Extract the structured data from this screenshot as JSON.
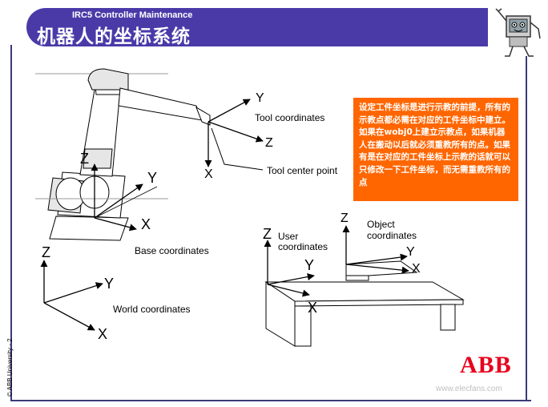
{
  "header": {
    "course_title": "IRC5 Controller Maintenance",
    "slide_title": "机器人的坐标系统"
  },
  "note": {
    "text": "设定工件坐标是进行示教的前提，所有的示教点都必需在对应的工件坐标中建立。如果在wobj0上建立示教点，如果机器人在搬动以后就必须重教所有的点。如果有是在对应的工件坐标上示教的话就可以只修改一下工件坐标，而无需重教所有的点"
  },
  "labels": {
    "tool_coordinates": "Tool coordinates",
    "tool_center_point": "Tool center point",
    "base_coordinates": "Base coordinates",
    "world_coordinates": "World coordinates",
    "user_coordinates": "User coordinates",
    "object_coordinates": "Object coordinates"
  },
  "axes": {
    "x": "X",
    "y": "Y",
    "z": "Z"
  },
  "footer": {
    "copyright": "© ABB University - 2",
    "logo": "ABB",
    "watermark": "www.elecfans.com"
  },
  "colors": {
    "header": "#4a3aa8",
    "note_background": "#ff6600",
    "logo": "#e8001c"
  },
  "icons": {
    "mascot": "cartoon-computer-icon"
  }
}
